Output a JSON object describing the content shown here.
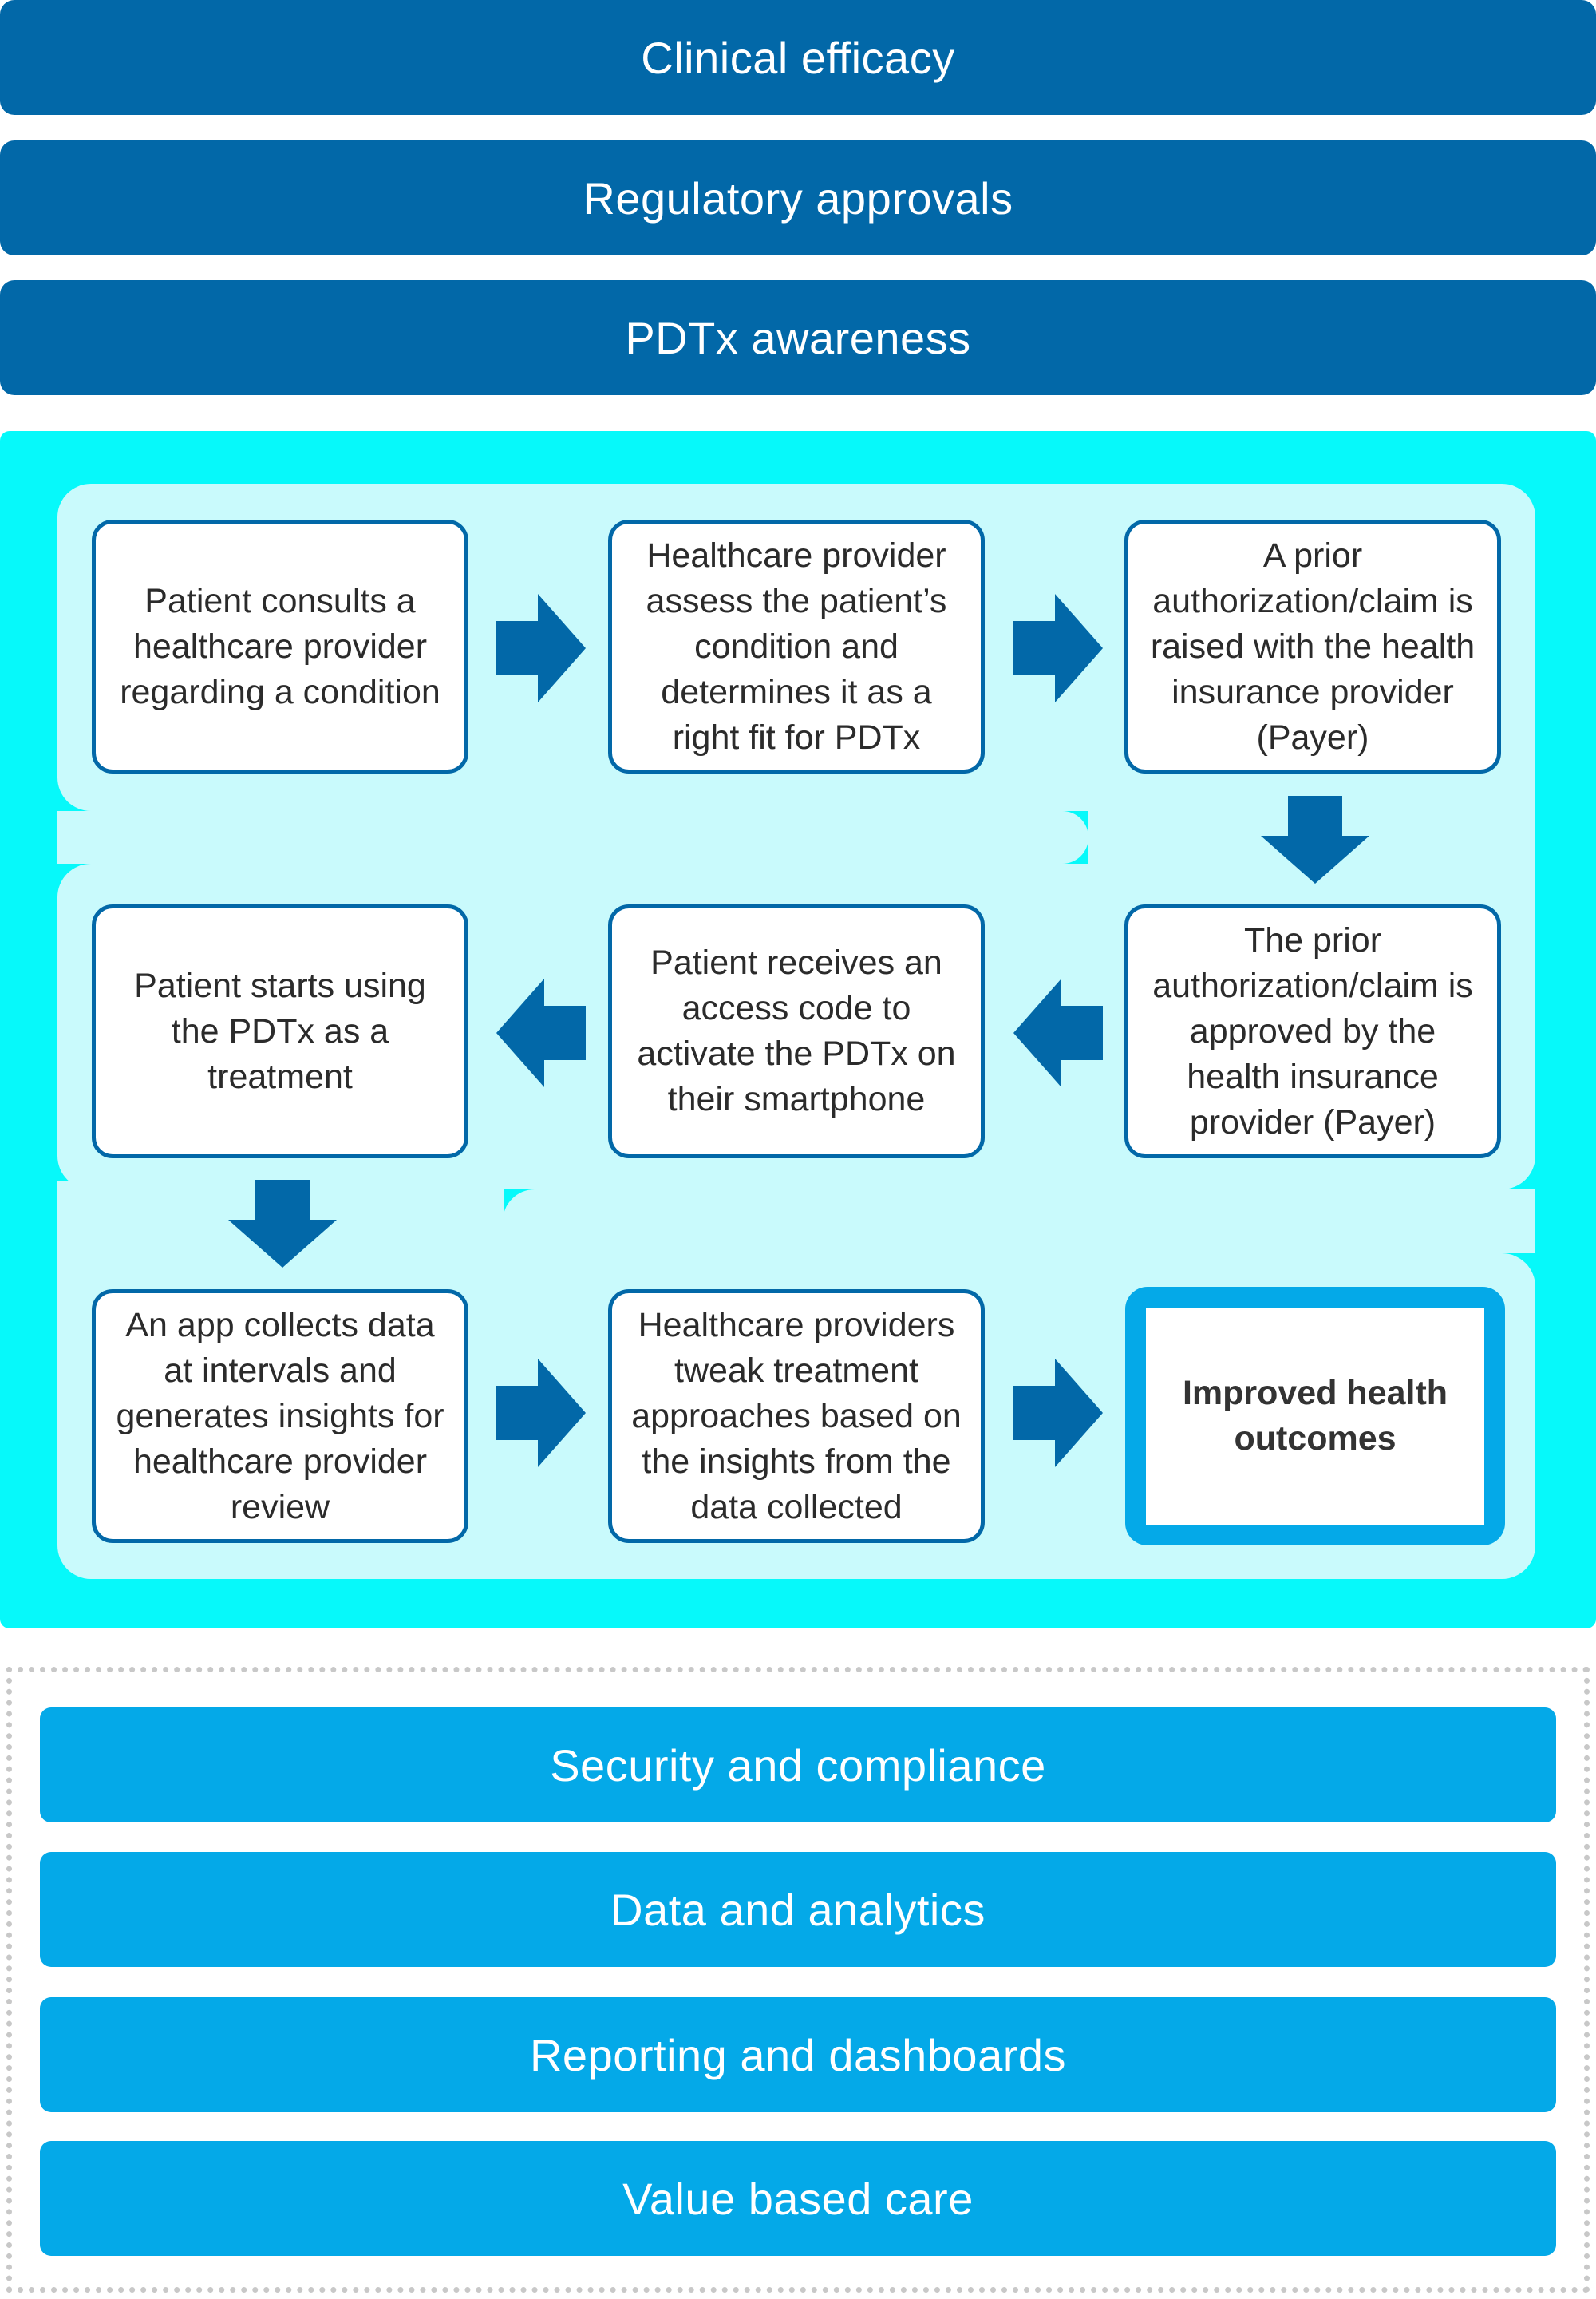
{
  "top_bars": [
    "Clinical efficacy",
    "Regulatory approvals",
    "PDTx awareness"
  ],
  "steps": [
    "Patient consults a healthcare provider regarding a condition",
    "Healthcare provider assess the patient’s condition and determines it as a right fit for PDTx",
    "A prior authorization/claim is raised with the health insurance provider (Payer)",
    "The prior authorization/claim is approved by the health insurance provider (Payer)",
    "Patient receives an access code to activate the PDTx on their smartphone",
    "Patient starts using the PDTx as a treatment",
    "An app collects data at intervals and generates insights for healthcare provider review",
    "Healthcare providers tweak treatment approaches based on the insights from the data collected"
  ],
  "final_step": "Improved health outcomes",
  "bottom_bars": [
    "Security and compliance",
    "Data and analytics",
    "Reporting and dashboards",
    "Value based care"
  ],
  "colors": {
    "dark_blue": "#0268a8",
    "light_blue": "#04a9e8",
    "cyan": "#06f9fa",
    "pale_cyan": "#c9fafc"
  }
}
